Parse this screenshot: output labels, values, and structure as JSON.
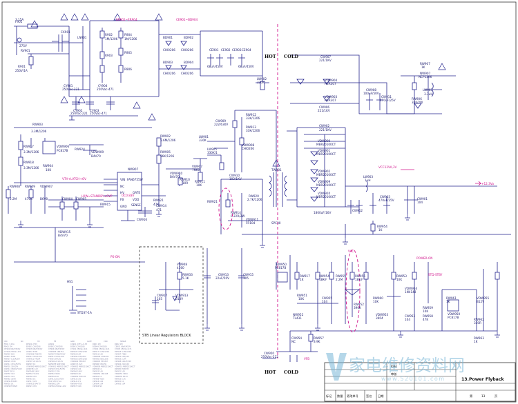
{
  "isolation": {
    "hot_label": "HOT",
    "cold_label": "COLD"
  },
  "block_label": "STB Linear Regulators BLOCK",
  "title_block": {
    "title": "13.Power Flyback",
    "row1": "拟制",
    "row2": "审核",
    "page_left": "第",
    "page_num": "13",
    "page_right": "页",
    "cols": [
      "标记",
      "数量",
      "更改单号",
      "签名",
      "日期"
    ]
  },
  "watermark": {
    "text": "家电维修资料网",
    "url": "www.520101.com"
  },
  "rail_labels": {
    "rail_12v": "+12.3Va",
    "vcc_label": "VCC12VA,3V",
    "power_on": "POWER-ON",
    "stby": "STD-STBY",
    "vac": "VAC",
    "ocs": "OC0.83V",
    "ps_on": "PS-ON",
    "vfb": "VFB"
  },
  "components": [
    {
      "ref": "F901",
      "value": "3.15A"
    },
    {
      "ref": "RV901",
      "value": "275V"
    },
    {
      "ref": "LN901",
      "value": ""
    },
    {
      "ref": "CX901",
      "value": "275V~0.33"
    },
    {
      "ref": "R901",
      "value": "1M"
    },
    {
      "ref": "R902",
      "value": "1M"
    },
    {
      "ref": "R903",
      "value": "1M"
    },
    {
      "ref": "BD901",
      "value": "CHI0206"
    },
    {
      "ref": "BD902",
      "value": "CHI0206"
    },
    {
      "ref": "BD903",
      "value": "CHI0206"
    },
    {
      "ref": "BD904",
      "value": "CHI0206"
    },
    {
      "ref": "CE901",
      "value": "68uF/450V"
    },
    {
      "ref": "CE902",
      "value": "68uF/450V"
    },
    {
      "ref": "CE903",
      "value": "68uF/450V"
    },
    {
      "ref": "CE904",
      "value": "68uF/450V"
    },
    {
      "ref": "CY901",
      "value": "250Vac-221"
    },
    {
      "ref": "CY902",
      "value": "250Vac-221"
    },
    {
      "ref": "CY903",
      "value": "250Vac-471"
    },
    {
      "ref": "CY904",
      "value": "250Vac-471"
    },
    {
      "ref": "LW902",
      "value": "330K"
    },
    {
      "ref": "VDW905",
      "value": "SN4751"
    },
    {
      "ref": "RW903",
      "value": "3.3M/1206"
    },
    {
      "ref": "RW917",
      "value": "3.3M/1206"
    },
    {
      "ref": "RW918",
      "value": "3.3M/1206"
    },
    {
      "ref": "RW904",
      "value": "10K"
    },
    {
      "ref": "VDW906",
      "value": "PC817B"
    },
    {
      "ref": "NW907",
      "value": "FAN6755W"
    },
    {
      "ref": "RW910",
      "value": "10R"
    },
    {
      "ref": "RW911",
      "value": "10K"
    },
    {
      "ref": "VW907",
      "value": "7N60"
    },
    {
      "ref": "LW901",
      "value": "330K"
    },
    {
      "ref": "RW912",
      "value": "33K/1206"
    },
    {
      "ref": "RW913",
      "value": "33K/1206"
    },
    {
      "ref": "CW909",
      "value": "222/630V"
    },
    {
      "ref": "VDW908",
      "value": "CHI0206"
    },
    {
      "ref": "CW910",
      "value": "102/1KV"
    },
    {
      "ref": "RW914",
      "value": "0.22R/2W"
    },
    {
      "ref": "VDW911",
      "value": "FR104"
    },
    {
      "ref": "TW901",
      "value": "SPC30"
    },
    {
      "ref": "RW902",
      "value": "5.6M/1206"
    },
    {
      "ref": "RW905",
      "value": "56K/1206"
    },
    {
      "ref": "RW919",
      "value": "2.2M"
    },
    {
      "ref": "RW920",
      "value": "470K"
    },
    {
      "ref": "CW907",
      "value": "221/1KV"
    },
    {
      "ref": "CW906",
      "value": "221/1KV"
    },
    {
      "ref": "VDW904",
      "value": "HER307"
    },
    {
      "ref": "VDW903",
      "value": "HER307"
    },
    {
      "ref": "CW908",
      "value": "100uF/50V"
    },
    {
      "ref": "CW911",
      "value": "470uF/25V"
    },
    {
      "ref": "RW907",
      "value": "1K"
    },
    {
      "ref": "NW907B",
      "value": "NCP1396"
    },
    {
      "ref": "LW903",
      "value": "3.3uH"
    },
    {
      "ref": "RW906",
      "value": "33K/2W"
    },
    {
      "ref": "CW902",
      "value": "221/1KV"
    },
    {
      "ref": "RW901",
      "value": "33K/2W"
    },
    {
      "ref": "VDW900",
      "value": "MBR20100CT"
    },
    {
      "ref": "VDW901",
      "value": "MBR20100CT"
    },
    {
      "ref": "VDW902",
      "value": "MBR20100CT"
    },
    {
      "ref": "VDW909",
      "value": "MBR20100CT"
    },
    {
      "ref": "VDW910",
      "value": "MBR20100CT"
    },
    {
      "ref": "CW912",
      "value": "1800uF/16V"
    },
    {
      "ref": "LW903B",
      "value": "1uH"
    },
    {
      "ref": "CW903",
      "value": "470uF/25V"
    },
    {
      "ref": "CW901",
      "value": "104"
    },
    {
      "ref": "RW954",
      "value": "1K"
    },
    {
      "ref": "RW950",
      "value": "PC817B"
    },
    {
      "ref": "RW917B",
      "value": "1K"
    },
    {
      "ref": "RW954B",
      "value": "18K-F"
    },
    {
      "ref": "RW955",
      "value": "2.2M"
    },
    {
      "ref": "RW956",
      "value": "18K-F"
    },
    {
      "ref": "RW953",
      "value": "10K"
    },
    {
      "ref": "RW951",
      "value": "10K"
    },
    {
      "ref": "CW955",
      "value": "104"
    },
    {
      "ref": "NW952",
      "value": "TL431"
    },
    {
      "ref": "RW952",
      "value": "390K"
    },
    {
      "ref": "RW960",
      "value": "10K"
    },
    {
      "ref": "VDW954",
      "value": "1N4148"
    },
    {
      "ref": "VDW953",
      "value": "3904"
    },
    {
      "ref": "CW953",
      "value": "104"
    },
    {
      "ref": "RW958",
      "value": "47K"
    },
    {
      "ref": "RW959",
      "value": "10K"
    },
    {
      "ref": "VDW950",
      "value": "PC817B"
    },
    {
      "ref": "RW961",
      "value": "1K"
    },
    {
      "ref": "VDW955",
      "value": "B12V"
    },
    {
      "ref": "RW962",
      "value": "330R"
    },
    {
      "ref": "RW963",
      "value": "1K"
    },
    {
      "ref": "CW913",
      "value": "22uF/50V"
    },
    {
      "ref": "CW915",
      "value": "105"
    },
    {
      "ref": "VW908",
      "value": "4160"
    },
    {
      "ref": "RW933",
      "value": "5.1K"
    },
    {
      "ref": "VDW913",
      "value": "B18V"
    },
    {
      "ref": "CW917",
      "value": "105"
    },
    {
      "ref": "HS1",
      "value": "STD37-1A"
    },
    {
      "ref": "CW914",
      "value": "471"
    },
    {
      "ref": "CW916",
      "value": "104"
    },
    {
      "ref": "RW915",
      "value": "1K"
    },
    {
      "ref": "RW916",
      "value": "1K"
    },
    {
      "ref": "VDW915",
      "value": "B4V70"
    },
    {
      "ref": "RW908",
      "value": "2.2M"
    },
    {
      "ref": "RW909",
      "value": "470K"
    },
    {
      "ref": "CW904",
      "value": "104"
    },
    {
      "ref": "CW905",
      "value": "104"
    },
    {
      "ref": "VDW907",
      "value": "B6V8"
    },
    {
      "ref": "RW921",
      "value": "47K"
    },
    {
      "ref": "CW950",
      "value": "250Vac-222"
    },
    {
      "ref": "RW957",
      "value": "3.9K"
    },
    {
      "ref": "CW954",
      "value": "NC"
    }
  ],
  "ic_pins": [
    "VIN",
    "NC",
    "HV",
    "FB",
    "GND",
    "GATE",
    "VDD",
    "SENSE"
  ]
}
